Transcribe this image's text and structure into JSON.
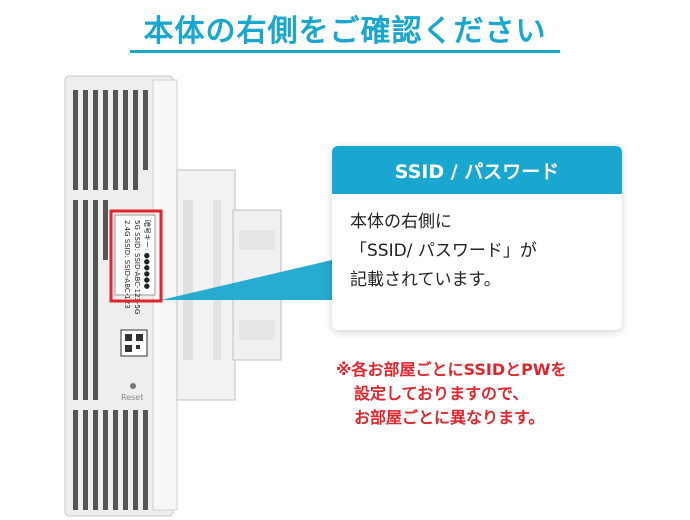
{
  "title": "本体の右側をご確認ください",
  "colors": {
    "accent": "#1aa7cf",
    "highlight": "#e0262d",
    "device": "#eeeeee"
  },
  "card": {
    "header": "SSID / パスワード",
    "lines": [
      "本体の右側に",
      "「SSID/ パスワード」が",
      "記載されています。"
    ]
  },
  "note": {
    "lines": [
      "※各お部屋ごとにSSIDとPWを",
      "設定しておりますので、",
      "お部屋ごとに異なります。"
    ]
  },
  "device": {
    "label_lines": [
      "2.4G SSID: SSID-ABC-123",
      "5G SSID: SSID-ABC-123-5G",
      "暗号キー: ●●●●●●"
    ],
    "reset_label": "Reset"
  }
}
